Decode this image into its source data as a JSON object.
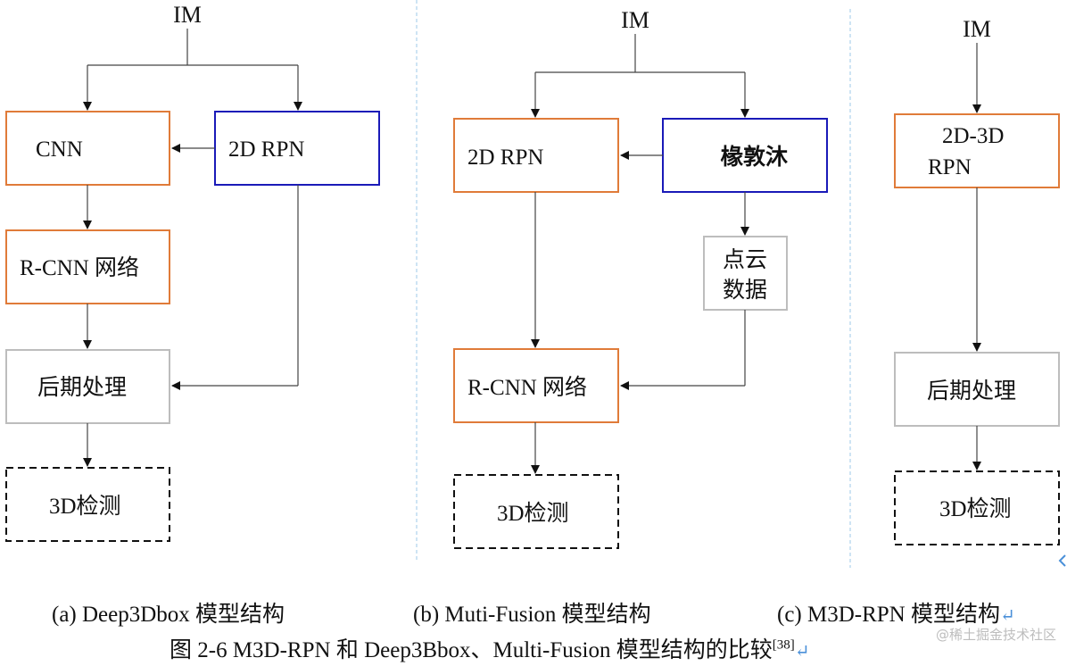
{
  "colors": {
    "orange": "#e07b39",
    "blue": "#1a1ab8",
    "gray": "#bdbdbd",
    "divider": "#9ec9e8",
    "line": "#444444"
  },
  "panel_a": {
    "im": "IM",
    "cnn": "CNN",
    "rpn": "2D RPN",
    "rcnn": "R-CNN 网络",
    "post": "后期处理",
    "det": "3D检测",
    "caption": "(a) Deep3Dbox 模型结构"
  },
  "panel_b": {
    "im": "IM",
    "rpn": "2D RPN",
    "depth": "椽敦沐",
    "pc_line1": "点云",
    "pc_line2": "数据",
    "rcnn": "R-CNN 网络",
    "det": "3D检测",
    "caption": "(b) Muti-Fusion 模型结构"
  },
  "panel_c": {
    "im": "IM",
    "rpn_line1": "2D-3D",
    "rpn_line2": "RPN",
    "post": "后期处理",
    "det": "3D检测",
    "caption": "(c) M3D-RPN 模型结构"
  },
  "figure_caption": {
    "text": "图 2-6 M3D-RPN 和 Deep3Bbox、Multi-Fusion 模型结构的比较",
    "ref": "[38]"
  },
  "watermark": "@稀土掘金技术社区"
}
